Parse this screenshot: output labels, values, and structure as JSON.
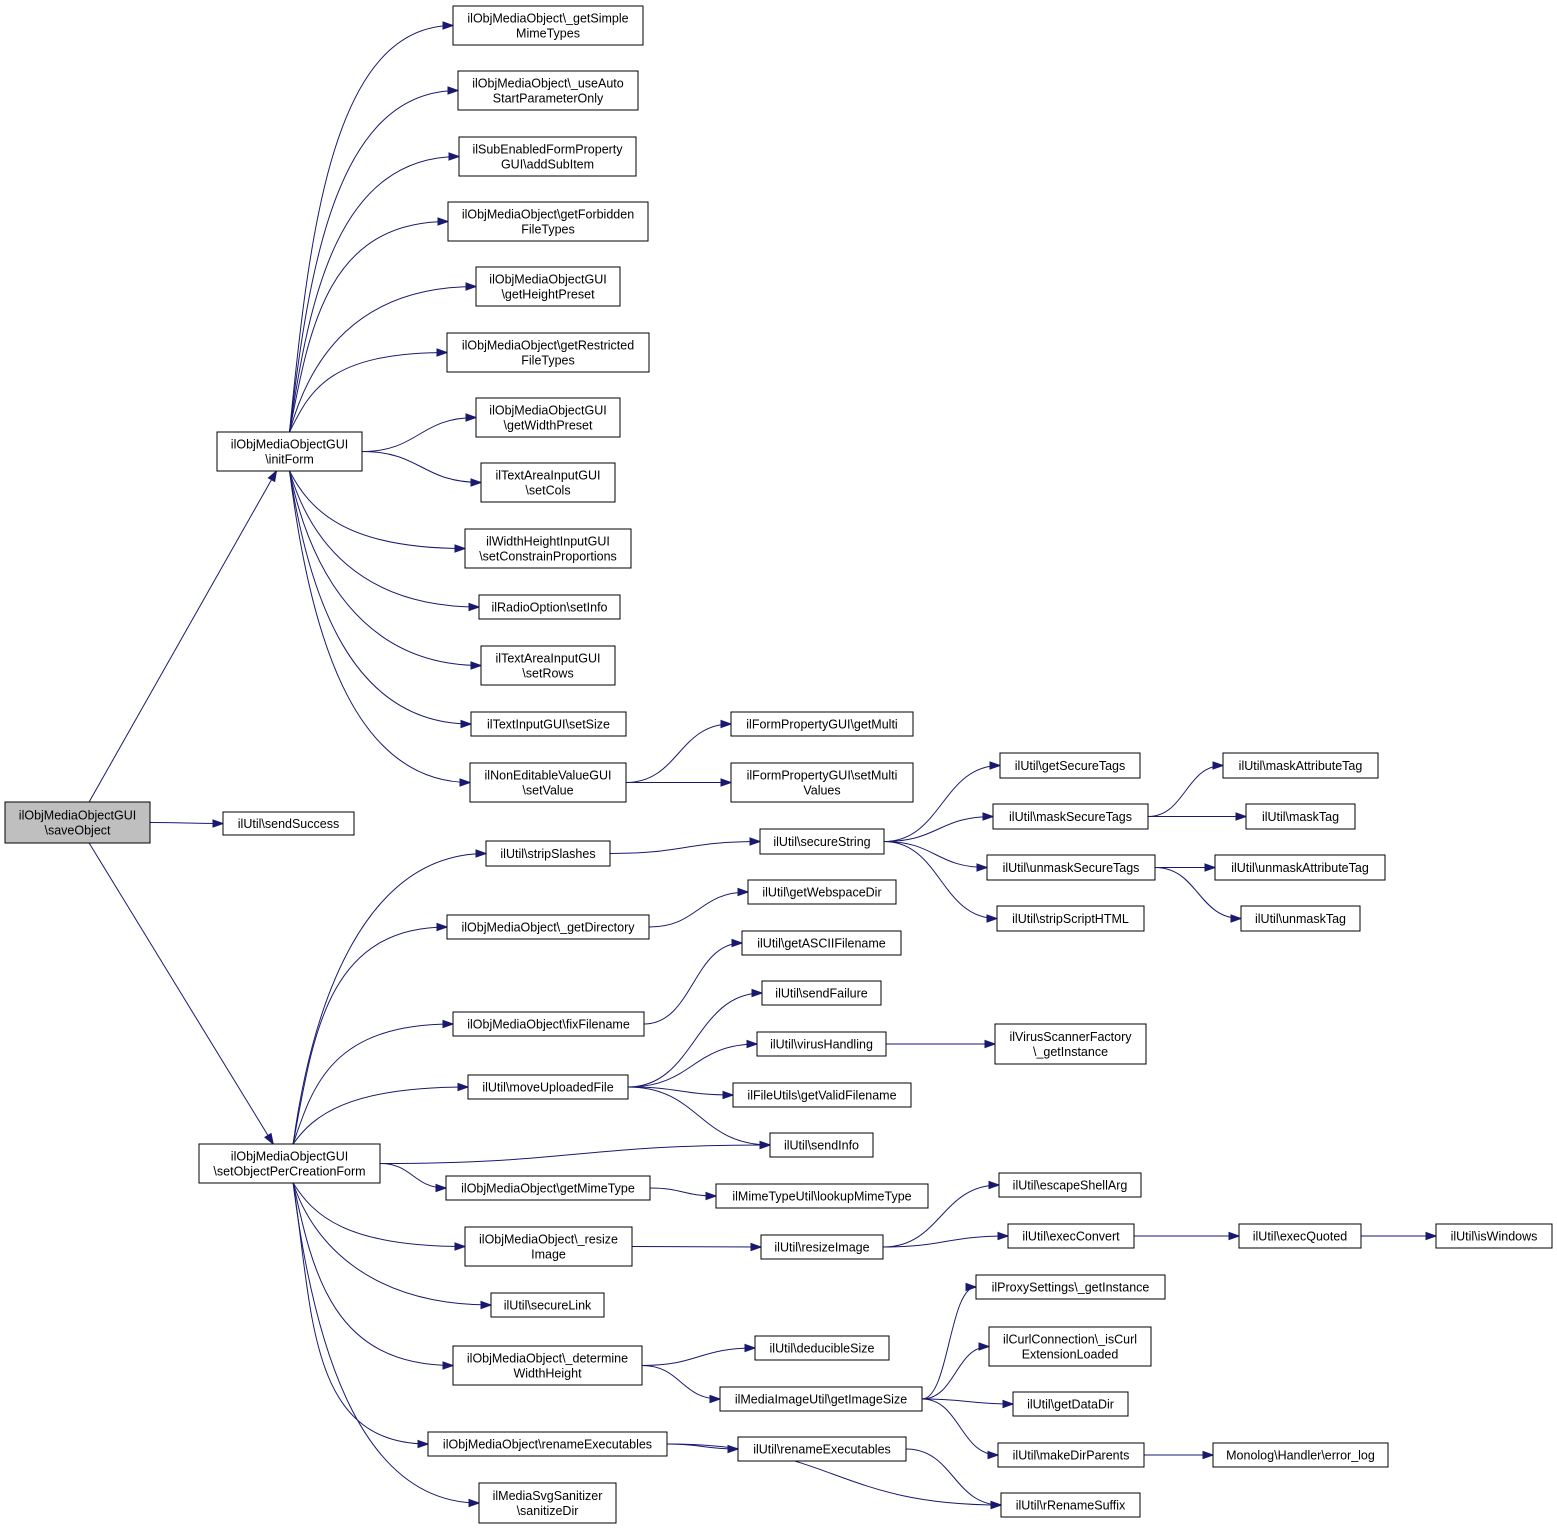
{
  "diagram": {
    "nodes": [
      {
        "id": "saveObject",
        "lines": [
          "ilObjMediaObjectGUI",
          "\\saveObject"
        ],
        "root": true
      },
      {
        "id": "initForm",
        "lines": [
          "ilObjMediaObjectGUI",
          "\\initForm"
        ]
      },
      {
        "id": "sendSuccess",
        "lines": [
          "ilUtil\\sendSuccess"
        ]
      },
      {
        "id": "setObjPCF",
        "lines": [
          "ilObjMediaObjectGUI",
          "\\setObjectPerCreationForm"
        ]
      },
      {
        "id": "getSimpleMime",
        "lines": [
          "ilObjMediaObject\\_getSimple",
          "MimeTypes"
        ]
      },
      {
        "id": "useAutoStart",
        "lines": [
          "ilObjMediaObject\\_useAuto",
          "StartParameterOnly"
        ]
      },
      {
        "id": "addSubItem",
        "lines": [
          "ilSubEnabledFormProperty",
          "GUI\\addSubItem"
        ]
      },
      {
        "id": "getForbidden",
        "lines": [
          "ilObjMediaObject\\getForbidden",
          "FileTypes"
        ]
      },
      {
        "id": "getHeightPreset",
        "lines": [
          "ilObjMediaObjectGUI",
          "\\getHeightPreset"
        ]
      },
      {
        "id": "getRestricted",
        "lines": [
          "ilObjMediaObject\\getRestricted",
          "FileTypes"
        ]
      },
      {
        "id": "getWidthPreset",
        "lines": [
          "ilObjMediaObjectGUI",
          "\\getWidthPreset"
        ]
      },
      {
        "id": "setCols",
        "lines": [
          "ilTextAreaInputGUI",
          "\\setCols"
        ]
      },
      {
        "id": "setConstrain",
        "lines": [
          "ilWidthHeightInputGUI",
          "\\setConstrainProportions"
        ]
      },
      {
        "id": "setInfo",
        "lines": [
          "ilRadioOption\\setInfo"
        ]
      },
      {
        "id": "setRows",
        "lines": [
          "ilTextAreaInputGUI",
          "\\setRows"
        ]
      },
      {
        "id": "setSize",
        "lines": [
          "ilTextInputGUI\\setSize"
        ]
      },
      {
        "id": "setValue",
        "lines": [
          "ilNonEditableValueGUI",
          "\\setValue"
        ]
      },
      {
        "id": "getMulti",
        "lines": [
          "ilFormPropertyGUI\\getMulti"
        ]
      },
      {
        "id": "setMulti",
        "lines": [
          "ilFormPropertyGUI\\setMulti",
          "Values"
        ]
      },
      {
        "id": "stripSlashes",
        "lines": [
          "ilUtil\\stripSlashes"
        ]
      },
      {
        "id": "secureString",
        "lines": [
          "ilUtil\\secureString"
        ]
      },
      {
        "id": "getSecureTags",
        "lines": [
          "ilUtil\\getSecureTags"
        ]
      },
      {
        "id": "maskSecureTags",
        "lines": [
          "ilUtil\\maskSecureTags"
        ]
      },
      {
        "id": "unmaskSecureTags",
        "lines": [
          "ilUtil\\unmaskSecureTags"
        ]
      },
      {
        "id": "stripScriptHTML",
        "lines": [
          "ilUtil\\stripScriptHTML"
        ]
      },
      {
        "id": "maskAttributeTag",
        "lines": [
          "ilUtil\\maskAttributeTag"
        ]
      },
      {
        "id": "maskTag",
        "lines": [
          "ilUtil\\maskTag"
        ]
      },
      {
        "id": "unmaskAttributeTag",
        "lines": [
          "ilUtil\\unmaskAttributeTag"
        ]
      },
      {
        "id": "unmaskTag",
        "lines": [
          "ilUtil\\unmaskTag"
        ]
      },
      {
        "id": "getDirectory",
        "lines": [
          "ilObjMediaObject\\_getDirectory"
        ]
      },
      {
        "id": "getWebspaceDir",
        "lines": [
          "ilUtil\\getWebspaceDir"
        ]
      },
      {
        "id": "fixFilename",
        "lines": [
          "ilObjMediaObject\\fixFilename"
        ]
      },
      {
        "id": "getASCIIFilename",
        "lines": [
          "ilUtil\\getASCIIFilename"
        ]
      },
      {
        "id": "moveUploadedFile",
        "lines": [
          "ilUtil\\moveUploadedFile"
        ]
      },
      {
        "id": "sendFailure",
        "lines": [
          "ilUtil\\sendFailure"
        ]
      },
      {
        "id": "virusHandling",
        "lines": [
          "ilUtil\\virusHandling"
        ]
      },
      {
        "id": "virusScanner",
        "lines": [
          "ilVirusScannerFactory",
          "\\_getInstance"
        ]
      },
      {
        "id": "getValidFilename",
        "lines": [
          "ilFileUtils\\getValidFilename"
        ]
      },
      {
        "id": "sendInfo",
        "lines": [
          "ilUtil\\sendInfo"
        ]
      },
      {
        "id": "getMimeType",
        "lines": [
          "ilObjMediaObject\\getMimeType"
        ]
      },
      {
        "id": "lookupMimeType",
        "lines": [
          "ilMimeTypeUtil\\lookupMimeType"
        ]
      },
      {
        "id": "resizeImageMO",
        "lines": [
          "ilObjMediaObject\\_resize",
          "Image"
        ]
      },
      {
        "id": "resizeImage",
        "lines": [
          "ilUtil\\resizeImage"
        ]
      },
      {
        "id": "escapeShellArg",
        "lines": [
          "ilUtil\\escapeShellArg"
        ]
      },
      {
        "id": "execConvert",
        "lines": [
          "ilUtil\\execConvert"
        ]
      },
      {
        "id": "execQuoted",
        "lines": [
          "ilUtil\\execQuoted"
        ]
      },
      {
        "id": "isWindows",
        "lines": [
          "ilUtil\\isWindows"
        ]
      },
      {
        "id": "secureLink",
        "lines": [
          "ilUtil\\secureLink"
        ]
      },
      {
        "id": "determineWH",
        "lines": [
          "ilObjMediaObject\\_determine",
          "WidthHeight"
        ]
      },
      {
        "id": "deducibleSize",
        "lines": [
          "ilUtil\\deducibleSize"
        ]
      },
      {
        "id": "getImageSize",
        "lines": [
          "ilMediaImageUtil\\getImageSize"
        ]
      },
      {
        "id": "proxySettings",
        "lines": [
          "ilProxySettings\\_getInstance"
        ]
      },
      {
        "id": "curlLoaded",
        "lines": [
          "ilCurlConnection\\_isCurl",
          "ExtensionLoaded"
        ]
      },
      {
        "id": "getDataDir",
        "lines": [
          "ilUtil\\getDataDir"
        ]
      },
      {
        "id": "makeDirParents",
        "lines": [
          "ilUtil\\makeDirParents"
        ]
      },
      {
        "id": "errorLog",
        "lines": [
          "Monolog\\Handler\\error_log"
        ]
      },
      {
        "id": "renameExecMO",
        "lines": [
          "ilObjMediaObject\\renameExecutables"
        ]
      },
      {
        "id": "renameExec",
        "lines": [
          "ilUtil\\renameExecutables"
        ]
      },
      {
        "id": "rRenameSuffix",
        "lines": [
          "ilUtil\\rRenameSuffix"
        ]
      },
      {
        "id": "sanitizeDir",
        "lines": [
          "ilMediaSvgSanitizer",
          "\\sanitizeDir"
        ]
      }
    ],
    "edges": [
      [
        "saveObject",
        "initForm"
      ],
      [
        "saveObject",
        "sendSuccess"
      ],
      [
        "saveObject",
        "setObjPCF"
      ],
      [
        "initForm",
        "getSimpleMime"
      ],
      [
        "initForm",
        "useAutoStart"
      ],
      [
        "initForm",
        "addSubItem"
      ],
      [
        "initForm",
        "getForbidden"
      ],
      [
        "initForm",
        "getHeightPreset"
      ],
      [
        "initForm",
        "getRestricted"
      ],
      [
        "initForm",
        "getWidthPreset"
      ],
      [
        "initForm",
        "setCols"
      ],
      [
        "initForm",
        "setConstrain"
      ],
      [
        "initForm",
        "setInfo"
      ],
      [
        "initForm",
        "setRows"
      ],
      [
        "initForm",
        "setSize"
      ],
      [
        "initForm",
        "setValue"
      ],
      [
        "setValue",
        "getMulti"
      ],
      [
        "setValue",
        "setMulti"
      ],
      [
        "setObjPCF",
        "stripSlashes"
      ],
      [
        "setObjPCF",
        "getDirectory"
      ],
      [
        "setObjPCF",
        "fixFilename"
      ],
      [
        "setObjPCF",
        "moveUploadedFile"
      ],
      [
        "setObjPCF",
        "sendInfo"
      ],
      [
        "setObjPCF",
        "getMimeType"
      ],
      [
        "setObjPCF",
        "resizeImageMO"
      ],
      [
        "setObjPCF",
        "secureLink"
      ],
      [
        "setObjPCF",
        "determineWH"
      ],
      [
        "setObjPCF",
        "renameExecMO"
      ],
      [
        "setObjPCF",
        "sanitizeDir"
      ],
      [
        "stripSlashes",
        "secureString"
      ],
      [
        "secureString",
        "getSecureTags"
      ],
      [
        "secureString",
        "maskSecureTags"
      ],
      [
        "secureString",
        "unmaskSecureTags"
      ],
      [
        "secureString",
        "stripScriptHTML"
      ],
      [
        "maskSecureTags",
        "maskAttributeTag"
      ],
      [
        "maskSecureTags",
        "maskTag"
      ],
      [
        "unmaskSecureTags",
        "unmaskAttributeTag"
      ],
      [
        "unmaskSecureTags",
        "unmaskTag"
      ],
      [
        "getDirectory",
        "getWebspaceDir"
      ],
      [
        "fixFilename",
        "getASCIIFilename"
      ],
      [
        "moveUploadedFile",
        "sendFailure"
      ],
      [
        "moveUploadedFile",
        "virusHandling"
      ],
      [
        "moveUploadedFile",
        "getValidFilename"
      ],
      [
        "moveUploadedFile",
        "sendInfo"
      ],
      [
        "virusHandling",
        "virusScanner"
      ],
      [
        "getMimeType",
        "lookupMimeType"
      ],
      [
        "resizeImageMO",
        "resizeImage"
      ],
      [
        "resizeImage",
        "escapeShellArg"
      ],
      [
        "resizeImage",
        "execConvert"
      ],
      [
        "execConvert",
        "execQuoted"
      ],
      [
        "execQuoted",
        "isWindows"
      ],
      [
        "determineWH",
        "deducibleSize"
      ],
      [
        "determineWH",
        "getImageSize"
      ],
      [
        "getImageSize",
        "proxySettings"
      ],
      [
        "getImageSize",
        "curlLoaded"
      ],
      [
        "getImageSize",
        "getDataDir"
      ],
      [
        "getImageSize",
        "makeDirParents"
      ],
      [
        "makeDirParents",
        "errorLog"
      ],
      [
        "renameExecMO",
        "renameExec"
      ],
      [
        "renameExecMO",
        "rRenameSuffix"
      ],
      [
        "renameExec",
        "rRenameSuffix"
      ]
    ]
  }
}
